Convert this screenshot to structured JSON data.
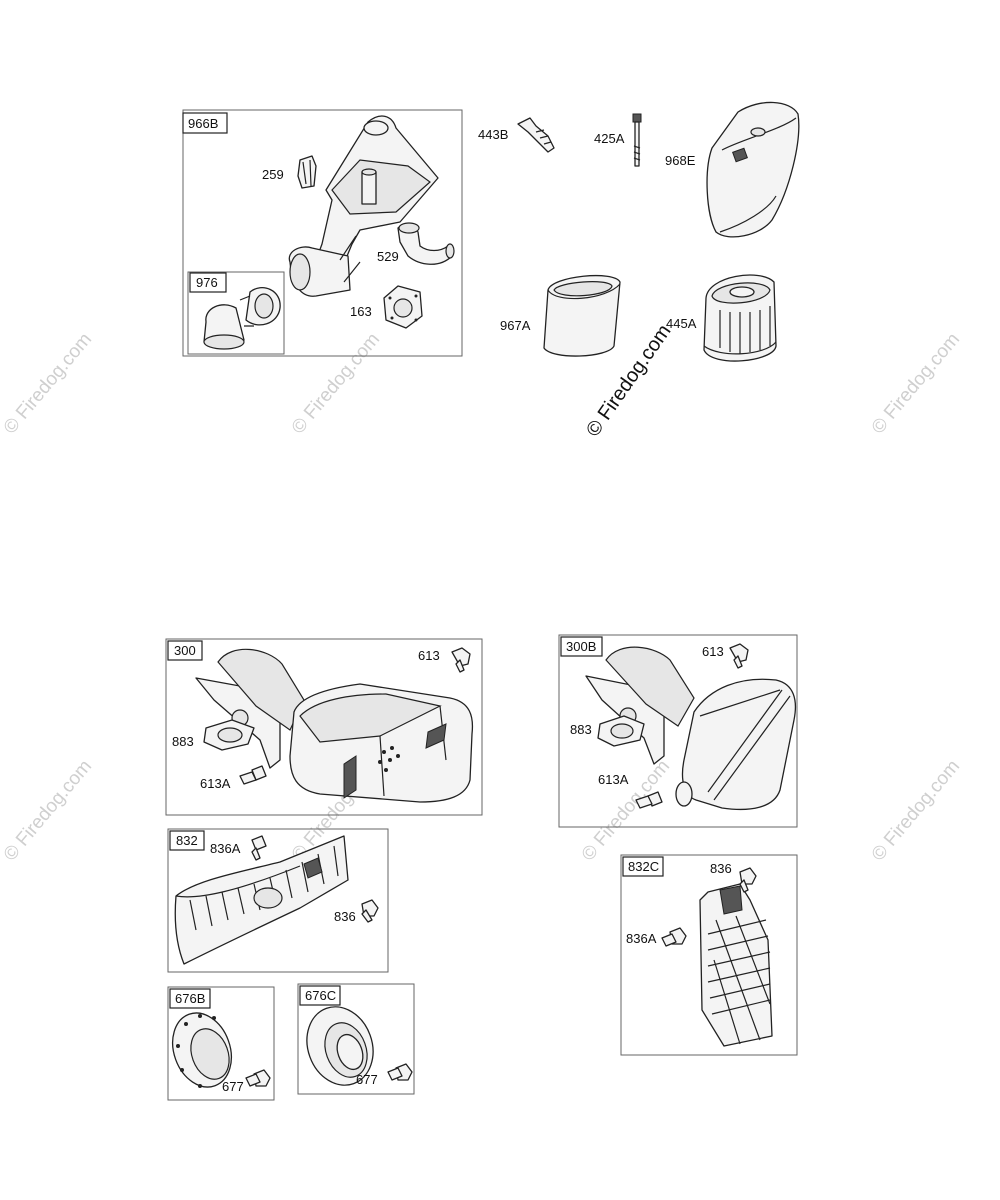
{
  "watermark": {
    "text": "© Firedog.com",
    "main_text": "© Firedog.com"
  },
  "groups": {
    "g966B": {
      "tag": "966B"
    },
    "g976": {
      "tag": "976"
    },
    "g300": {
      "tag": "300"
    },
    "g300B": {
      "tag": "300B"
    },
    "g832": {
      "tag": "832"
    },
    "g832C": {
      "tag": "832C"
    },
    "g676B": {
      "tag": "676B"
    },
    "g676C": {
      "tag": "676C"
    }
  },
  "parts": {
    "p259": "259",
    "p529": "529",
    "p163": "163",
    "p443B": "443B",
    "p425A": "425A",
    "p968E": "968E",
    "p967A": "967A",
    "p445A": "445A",
    "p300_613": "613",
    "p300_883": "883",
    "p300_613A": "613A",
    "p300B_613": "613",
    "p300B_883": "883",
    "p300B_613A": "613A",
    "p832_836A": "836A",
    "p832_836": "836",
    "p832C_836": "836",
    "p832C_836A": "836A",
    "p676B_677": "677",
    "p676C_677": "677"
  }
}
